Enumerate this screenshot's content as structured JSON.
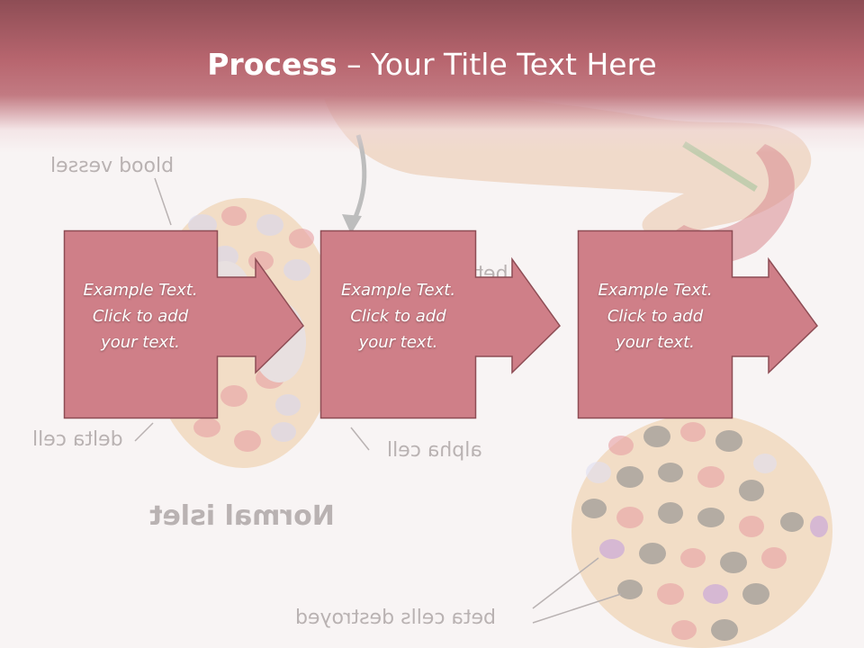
{
  "slide": {
    "title_bold": "Process",
    "title_rest": " – Your Title Text Here"
  },
  "background_labels": {
    "blood_vessel": "blood vessel",
    "beta": "beta",
    "delta_cell": "delta cell",
    "alpha_cell": "alpha cell",
    "normal_islet": "Normal islet",
    "beta_cells_destroyed": "beta cells destroyed"
  },
  "steps": [
    {
      "text": "Example Text.\nClick  to add\nyour text."
    },
    {
      "text": "Example Text.\nClick  to add\nyour text."
    },
    {
      "text": "Example Text.\nClick  to add\nyour text."
    }
  ],
  "colors": {
    "header_dark": "#8e4d55",
    "header_mid": "#b8666f",
    "box_fill": "#cf7f88",
    "box_border": "#8e4d55",
    "label_gray": "#b9b2b2",
    "page_bg": "#f8f4f4"
  }
}
